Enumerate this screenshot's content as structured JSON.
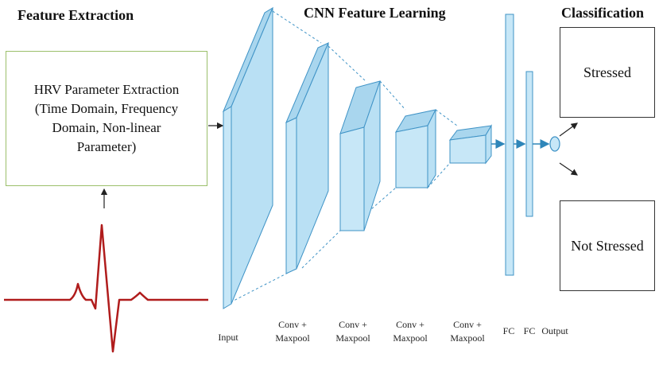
{
  "headings": {
    "feature_extraction": "Feature Extraction",
    "cnn_feature_learning": "CNN Feature Learning",
    "classification": "Classification"
  },
  "hrv_box": {
    "lines": [
      "HRV Parameter Extraction",
      "(Time Domain, Frequency",
      "Domain, Non-linear",
      "Parameter)"
    ]
  },
  "classes": {
    "stressed": "Stressed",
    "not_stressed": "Not Stressed"
  },
  "layer_labels": {
    "input": "Input",
    "conv1": [
      "Conv +",
      "Maxpool"
    ],
    "conv2": [
      "Conv +",
      "Maxpool"
    ],
    "conv3": [
      "Conv +",
      "Maxpool"
    ],
    "conv4": [
      "Conv +",
      "Maxpool"
    ],
    "fc1": "FC",
    "fc2": "FC",
    "output": "Output"
  },
  "colors": {
    "block_face": "#c7e7f7",
    "block_side": "#a9d6ee",
    "block_edge": "#3f93c6",
    "ecg": "#b01c1c",
    "hrv_border": "#9bbf6b"
  }
}
